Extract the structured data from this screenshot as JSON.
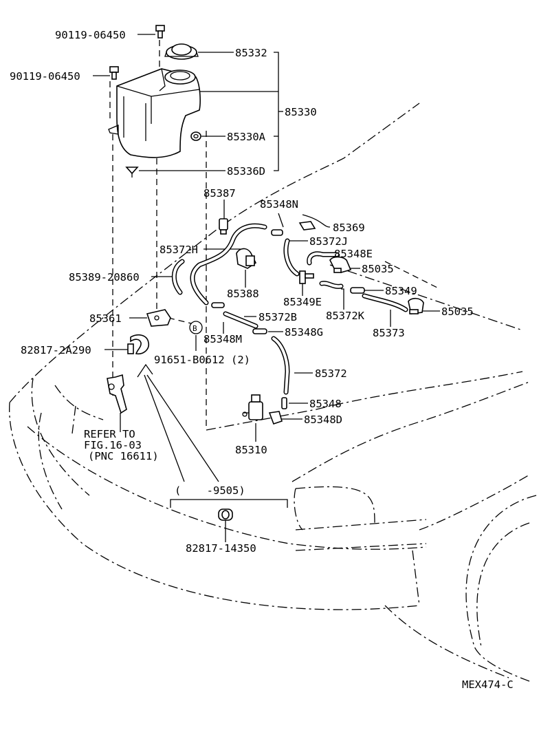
{
  "labels": {
    "bolt_top": "90119-06450",
    "bolt_left": "90119-06450",
    "cap": "85332",
    "tank_assy": "85330",
    "grommet_a": "85330A",
    "clip_d": "85336D",
    "p85387": "85387",
    "p85348n": "85348N",
    "p85369": "85369",
    "p85372j": "85372J",
    "p85372h": "85372H",
    "p85348e": "85348E",
    "p85035_a": "85035",
    "p85389": "85389-20860",
    "p85388": "85388",
    "p85349": "85349",
    "p85349e": "85349E",
    "p85035_b": "85035",
    "p85372k": "85372K",
    "p85373": "85373",
    "p85361": "85361",
    "p85372b": "85372B",
    "bolt_b": "B",
    "p85348m": "85348M",
    "p85348g": "85348G",
    "p82817_2a290": "82817-2A290",
    "p91651": "91651-B0612 (2)",
    "p85372": "85372",
    "p85348": "85348",
    "p85348d": "85348D",
    "p85310": "85310",
    "refer_line1": "REFER TO",
    "refer_line2": "FIG.16-03",
    "refer_line3": "(PNC 16611)",
    "date_range": "(    -9505)",
    "p82817_14350": "82817-14350",
    "diagram_code": "MEX474-C"
  }
}
